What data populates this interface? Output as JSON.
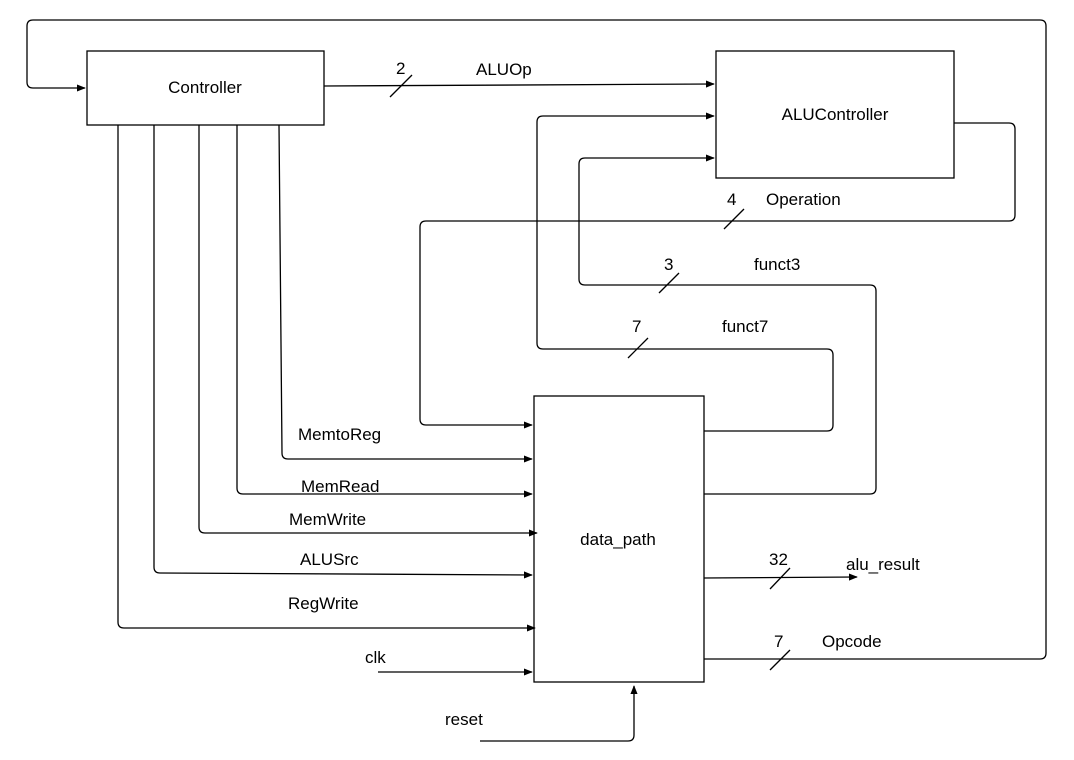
{
  "blocks": {
    "controller": "Controller",
    "alu_controller": "ALUController",
    "data_path": "data_path"
  },
  "signals": {
    "aluop": {
      "name": "ALUOp",
      "width": "2"
    },
    "operation": {
      "name": "Operation",
      "width": "4"
    },
    "funct3": {
      "name": "funct3",
      "width": "3"
    },
    "funct7": {
      "name": "funct7",
      "width": "7"
    },
    "memtoreg": {
      "name": "MemtoReg"
    },
    "memread": {
      "name": "MemRead"
    },
    "memwrite": {
      "name": "MemWrite"
    },
    "alusrc": {
      "name": "ALUSrc"
    },
    "regwrite": {
      "name": "RegWrite"
    },
    "clk": {
      "name": "clk"
    },
    "reset": {
      "name": "reset"
    },
    "alu_result": {
      "name": "alu_result",
      "width": "32"
    },
    "opcode": {
      "name": "Opcode",
      "width": "7"
    }
  }
}
